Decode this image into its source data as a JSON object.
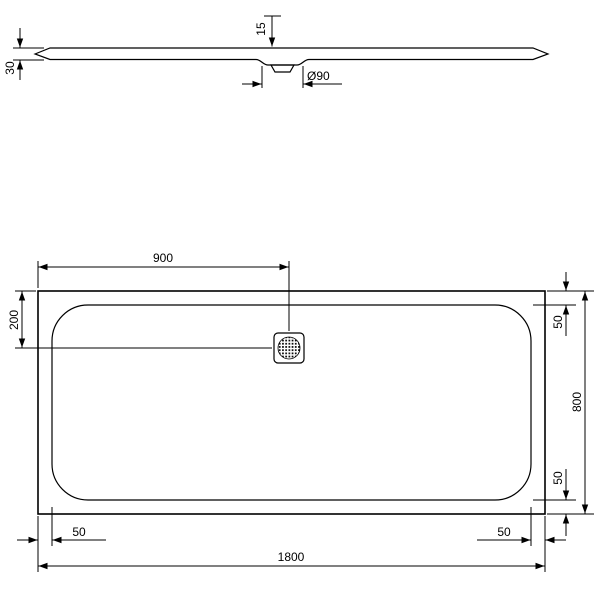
{
  "profile": {
    "recess_depth": "15",
    "height": "30",
    "drain_diameter": "Ø90"
  },
  "plan": {
    "drain_from_left": "900",
    "drain_from_top": "200",
    "top_edge": "50",
    "height": "800",
    "bottom_edge": "50",
    "left_edge": "50",
    "right_edge": "50",
    "width": "1800"
  },
  "colors": {
    "line": "#000000",
    "background": "#ffffff"
  }
}
